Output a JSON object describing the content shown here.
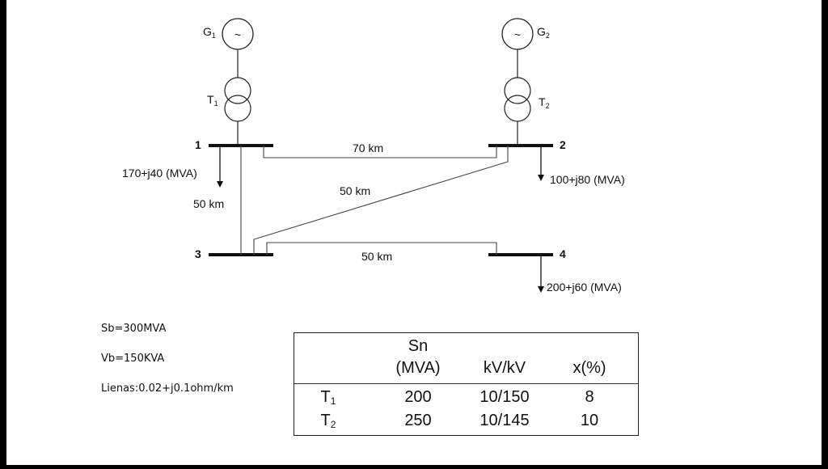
{
  "diagram": {
    "generators": [
      {
        "name": "G",
        "sub": "1",
        "symbol": "~"
      },
      {
        "name": "G",
        "sub": "2",
        "symbol": "~"
      }
    ],
    "transformers": [
      {
        "name": "T",
        "sub": "1"
      },
      {
        "name": "T",
        "sub": "2"
      }
    ],
    "buses": [
      "1",
      "2",
      "3",
      "4"
    ],
    "lines": [
      "70 km",
      "50 km",
      "50 km",
      "50 km"
    ],
    "loads": [
      "170+j40 (MVA)",
      "100+j80 (MVA)",
      "200+j60 (MVA)"
    ]
  },
  "notes": {
    "sb": "Sb=300MVA",
    "vb": "Vb=150KVA",
    "lines": "Lienas:0.02+j0.1ohm/km"
  },
  "table": {
    "headers": {
      "sn_top": "Sn",
      "sn_bottom": "(MVA)",
      "kv": "kV/kV",
      "x": "x(%)"
    },
    "rows": [
      {
        "name": "T",
        "sub": "1",
        "sn": "200",
        "kv": "10/150",
        "x": "8"
      },
      {
        "name": "T",
        "sub": "2",
        "sn": "250",
        "kv": "10/145",
        "x": "10"
      }
    ]
  },
  "colors": {
    "frame": "#000000",
    "background": "#ffffff",
    "ink": "#111111"
  }
}
